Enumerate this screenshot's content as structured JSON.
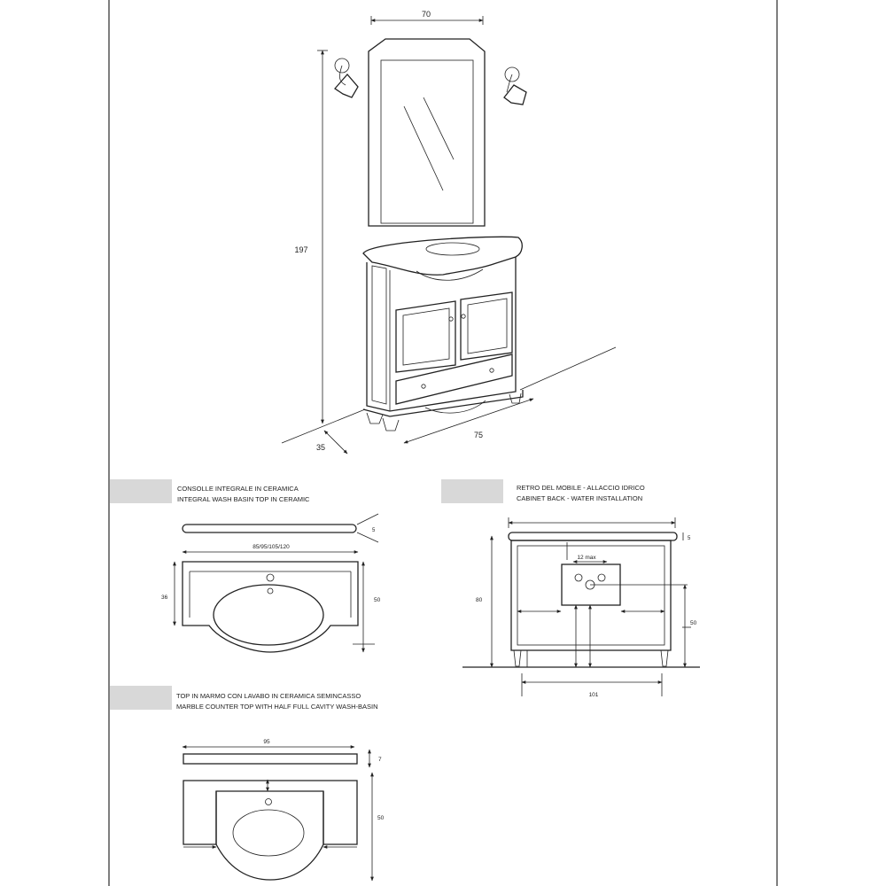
{
  "overview": {
    "dims": {
      "width": "70",
      "height": "197",
      "depth": "35",
      "length": "75"
    }
  },
  "sections": [
    {
      "title_it": "CONSOLLE INTEGRALE IN CERAMICA",
      "title_en": "INTEGRAL WASH BASIN TOP IN CERAMIC",
      "dims": {
        "thickness": "5",
        "widths": "85/95/105/120",
        "depth": "36",
        "height": "50"
      }
    },
    {
      "title_it": "RETRO DEL MOBILE - ALLACCIO IDRICO",
      "title_en": "CABINET BACK - WATER INSTALLATION",
      "dims": {
        "top": "5",
        "spacing": "12 max",
        "height": "80",
        "outlet": "50",
        "width": "101"
      }
    },
    {
      "title_it": "TOP IN MARMO CON LAVABO IN CERAMICA SEMINCASSO",
      "title_en": "MARBLE COUNTER TOP WITH HALF FULL CAVITY WASH-BASIN",
      "dims": {
        "width": "95",
        "thickness": "7",
        "height": "50"
      }
    }
  ],
  "colors": {
    "band": "#d8d8d8",
    "line": "#222222",
    "frame": "#555555"
  }
}
